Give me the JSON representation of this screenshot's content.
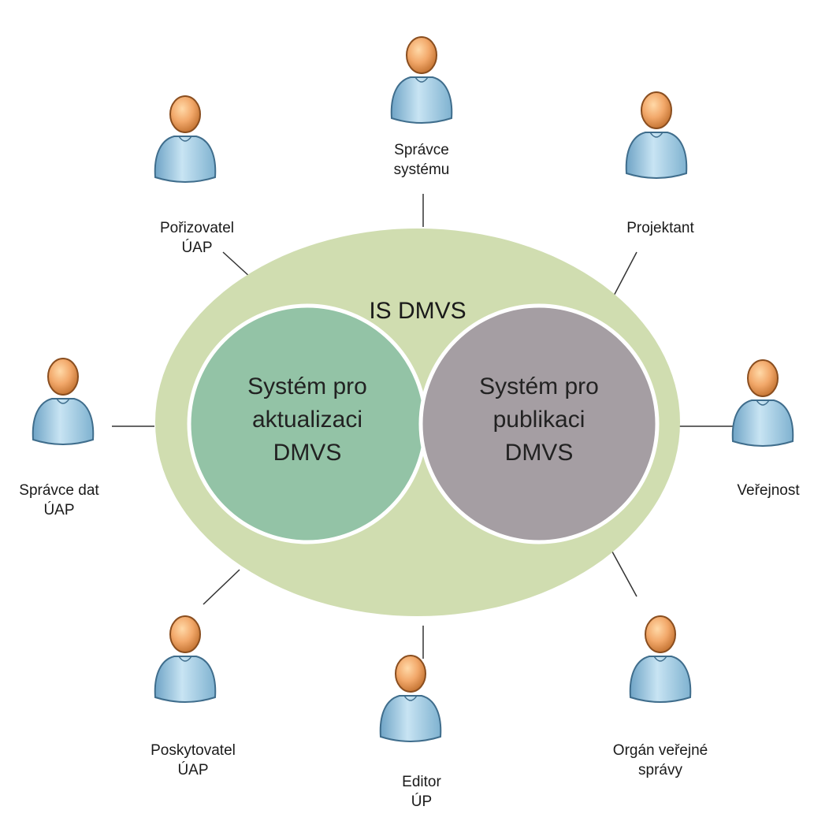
{
  "diagram": {
    "system": {
      "title": "IS DMVS",
      "subsystems": [
        {
          "id": "update",
          "lines": [
            "Systém pro",
            "aktualizaci",
            "DMVS"
          ],
          "color": "#93c3a6"
        },
        {
          "id": "publish",
          "lines": [
            "Systém pro",
            "publikaci",
            "DMVS"
          ],
          "color": "#a59ea3"
        }
      ],
      "color": "#d0ddb0"
    },
    "actors": [
      {
        "id": "spravce-systemu",
        "lines": [
          "Správce",
          "systému"
        ]
      },
      {
        "id": "projektant",
        "lines": [
          "Projektant"
        ]
      },
      {
        "id": "verejnost",
        "lines": [
          "Veřejnost"
        ]
      },
      {
        "id": "organ-verejne-spravy",
        "lines": [
          "Orgán veřejné",
          "správy"
        ]
      },
      {
        "id": "editor-up",
        "lines": [
          "Editor",
          "ÚP"
        ]
      },
      {
        "id": "poskytovatel-uap",
        "lines": [
          "Poskytovatel",
          "ÚAP"
        ]
      },
      {
        "id": "spravce-dat-uap",
        "lines": [
          "Správce dat",
          "ÚAP"
        ]
      },
      {
        "id": "porizovatel-uap",
        "lines": [
          "Pořizovatel",
          "ÚAP"
        ]
      }
    ],
    "icon": "user-icon"
  }
}
